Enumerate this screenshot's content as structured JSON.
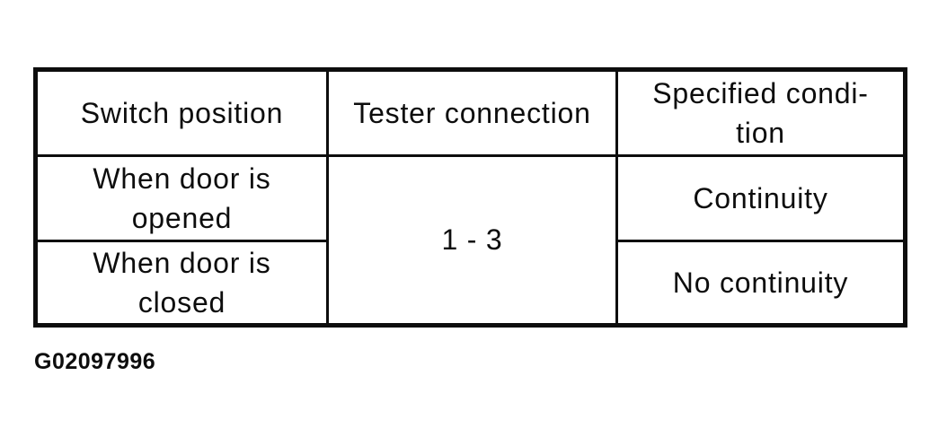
{
  "colors": {
    "ink": "#0d0d0d",
    "background": "#ffffff"
  },
  "table": {
    "headers": [
      "Switch position",
      "Tester connection",
      "Specified condi-\ntion"
    ],
    "rows": [
      {
        "switch_position": "When door is\nopened",
        "tester_connection": "1 - 3",
        "specified_condition": "Continuity"
      },
      {
        "switch_position": "When door is\nclosed",
        "specified_condition": "No continuity"
      }
    ]
  },
  "caption": "G02097996"
}
